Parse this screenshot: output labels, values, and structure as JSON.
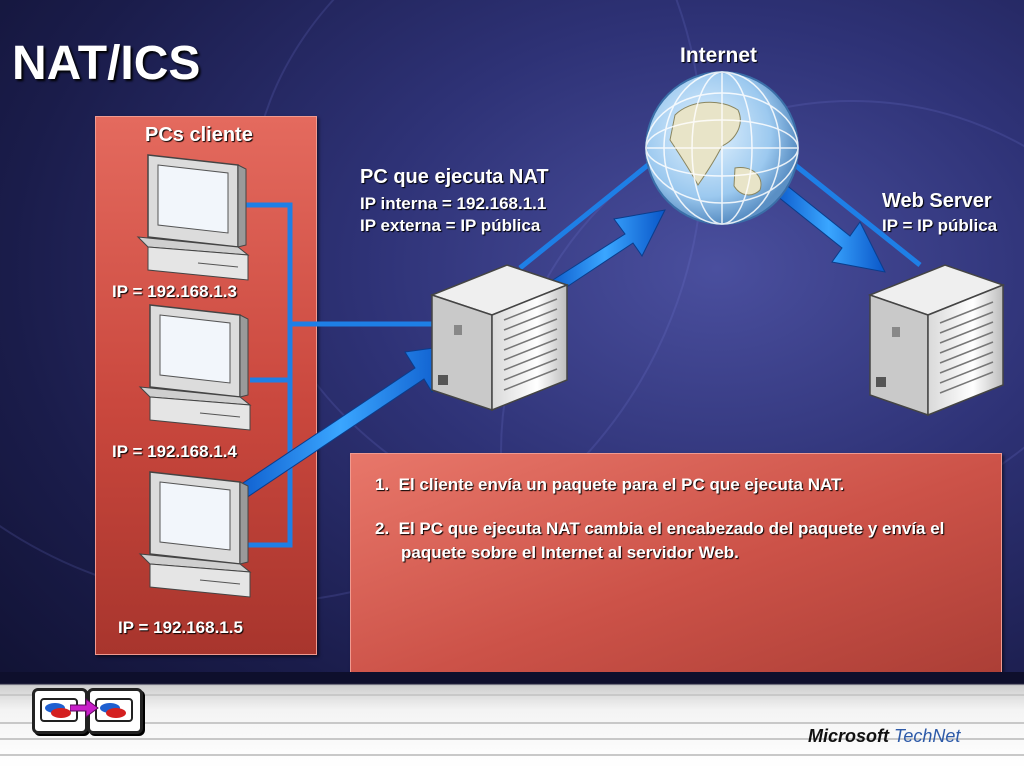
{
  "title": "NAT/ICS",
  "client_group_label": "PCs cliente",
  "clients": [
    {
      "ip_label": "IP = 192.168.1.3"
    },
    {
      "ip_label": "IP = 192.168.1.4"
    },
    {
      "ip_label": "IP = 192.168.1.5"
    }
  ],
  "nat_pc": {
    "title": "PC que ejecuta NAT",
    "internal_ip": "IP interna = 192.168.1.1",
    "external_ip": "IP externa = IP pública"
  },
  "internet_label": "Internet",
  "web_server": {
    "title": "Web Server",
    "ip": "IP = IP pública"
  },
  "steps": [
    {
      "num": "1.",
      "text": "El cliente envía un paquete para el PC que ejecuta NAT."
    },
    {
      "num": "2.",
      "text": "El PC que ejecuta NAT cambia el encabezado del paquete y envía el paquete sobre el Internet al servidor Web."
    }
  ],
  "brand": {
    "microsoft": "Microsoft",
    "technet": "TechNet"
  },
  "colors": {
    "panel": "#cc5248",
    "wire": "#1e7fe6",
    "arrow": "#2a8ff0",
    "background": "#2e3276"
  },
  "icons": {
    "nav_prev": "previous-slide-icon",
    "nav_next": "next-slide-icon"
  }
}
